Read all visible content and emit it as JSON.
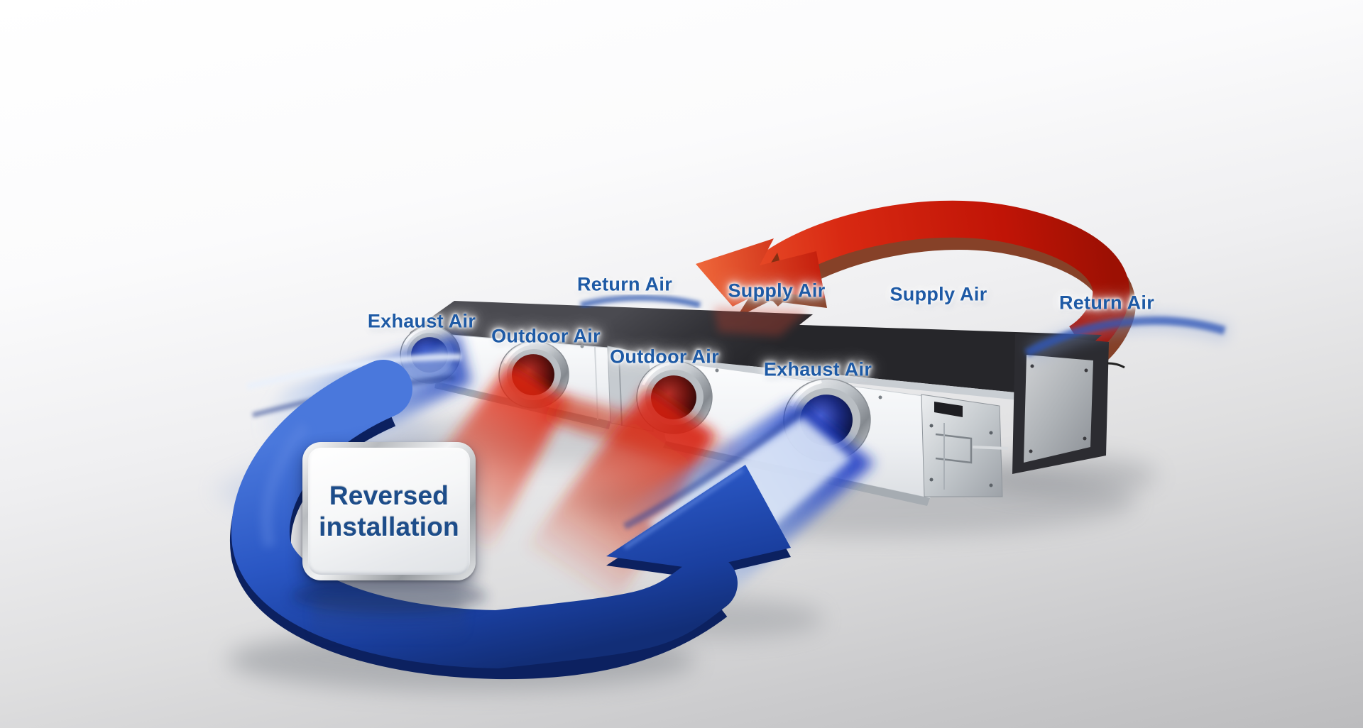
{
  "labels": [
    {
      "id": "return-air-left",
      "text": "Return Air"
    },
    {
      "id": "supply-air-left",
      "text": "Supply Air"
    },
    {
      "id": "supply-air-right",
      "text": "Supply Air"
    },
    {
      "id": "return-air-right",
      "text": "Return Air"
    },
    {
      "id": "exhaust-air-left",
      "text": "Exhaust Air"
    },
    {
      "id": "outdoor-air-left",
      "text": "Outdoor Air"
    },
    {
      "id": "outdoor-air-right",
      "text": "Outdoor Air"
    },
    {
      "id": "exhaust-air-right",
      "text": "Exhaust Air"
    }
  ],
  "badge": {
    "line1": "Reversed",
    "line2": "installation"
  },
  "icons": [
    {
      "name": "red-circulation-arrow"
    },
    {
      "name": "blue-reverse-flow-arrow"
    }
  ],
  "colors": {
    "label_text": "#1e5aa5",
    "badge_text": "#1d4d8a",
    "red_arrow": "#cf2410",
    "blue_arrow": "#2a57c4",
    "unit_top": "#333338",
    "unit_body": "#f2f4f6",
    "background_top": "#ffffff",
    "background_bottom": "#bcbcbe"
  }
}
